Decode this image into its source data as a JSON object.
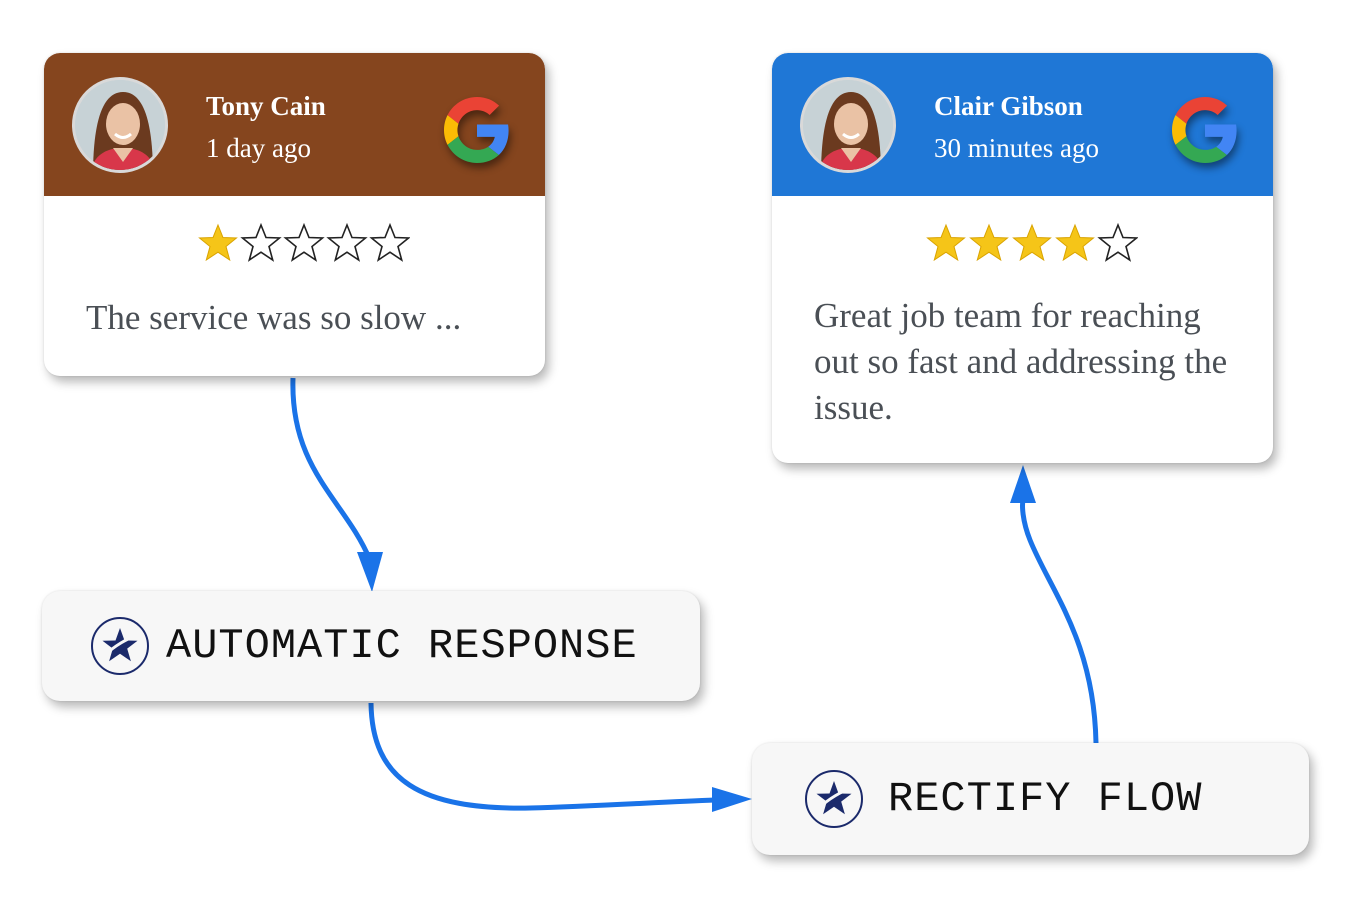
{
  "review_before": {
    "name": "Tony Cain",
    "time": "1 day ago",
    "rating": 1,
    "max_rating": 5,
    "text": "The service was so slow ...",
    "header_color": "#85451e"
  },
  "review_after": {
    "name": "Clair Gibson",
    "time": "30 minutes ago",
    "rating": 4,
    "max_rating": 5,
    "text": "Great job team for reaching out so fast and addressing the issue.",
    "header_color": "#1f77d6"
  },
  "nodes": {
    "automatic_response": "AUTOMATIC RESPONSE",
    "rectify_flow": "RECTIFY FLOW"
  },
  "colors": {
    "arrow": "#1a73e8",
    "star_filled": "#f5c518",
    "node_icon": "#1b2a6b"
  },
  "icons": {
    "review_source": "google-icon",
    "node": "star-badge-icon",
    "avatar": "avatar"
  }
}
